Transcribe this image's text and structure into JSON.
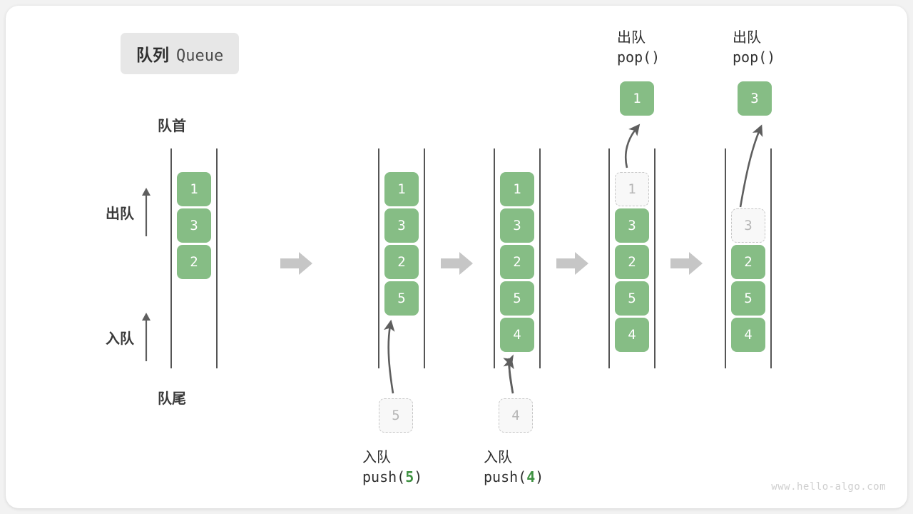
{
  "title": {
    "cn": "队列",
    "en": "Queue"
  },
  "labels": {
    "head": "队首",
    "tail": "队尾",
    "dequeue": "出队",
    "enqueue": "入队"
  },
  "colors": {
    "element": "#86bd85",
    "element_text": "#ffffff",
    "ghost_border": "#c6c6c6",
    "ghost_text": "#b6b6b6",
    "rail": "#555555",
    "flow_arrow": "#c6c6c6",
    "curve_arrow": "#5e5e5e",
    "accent_number": "#3f9142",
    "badge_bg": "#e7e7e7",
    "card_bg": "#ffffff",
    "page_bg": "#f2f2f2"
  },
  "columns": [
    {
      "name": "initial-queue",
      "cells": [
        {
          "value": "1",
          "state": "filled"
        },
        {
          "value": "3",
          "state": "filled"
        },
        {
          "value": "2",
          "state": "filled"
        }
      ]
    },
    {
      "name": "after-push-5",
      "cells": [
        {
          "value": "1",
          "state": "filled"
        },
        {
          "value": "3",
          "state": "filled"
        },
        {
          "value": "2",
          "state": "filled"
        },
        {
          "value": "5",
          "state": "filled"
        }
      ],
      "incoming": {
        "value": "5",
        "state": "ghost"
      },
      "caption": {
        "cn": "入队",
        "code_prefix": "push(",
        "code_number": "5",
        "code_suffix": ")"
      }
    },
    {
      "name": "after-push-4",
      "cells": [
        {
          "value": "1",
          "state": "filled"
        },
        {
          "value": "3",
          "state": "filled"
        },
        {
          "value": "2",
          "state": "filled"
        },
        {
          "value": "5",
          "state": "filled"
        },
        {
          "value": "4",
          "state": "filled"
        }
      ],
      "incoming": {
        "value": "4",
        "state": "ghost"
      },
      "caption": {
        "cn": "入队",
        "code_prefix": "push(",
        "code_number": "4",
        "code_suffix": ")"
      }
    },
    {
      "name": "after-pop-1",
      "cells": [
        {
          "value": "1",
          "state": "ghost"
        },
        {
          "value": "3",
          "state": "filled"
        },
        {
          "value": "2",
          "state": "filled"
        },
        {
          "value": "5",
          "state": "filled"
        },
        {
          "value": "4",
          "state": "filled"
        }
      ],
      "popped": {
        "value": "1",
        "state": "filled"
      },
      "caption": {
        "cn": "出队",
        "code": "pop()"
      }
    },
    {
      "name": "after-pop-3",
      "cells": [
        {
          "value": "",
          "state": "empty"
        },
        {
          "value": "3",
          "state": "ghost"
        },
        {
          "value": "2",
          "state": "filled"
        },
        {
          "value": "5",
          "state": "filled"
        },
        {
          "value": "4",
          "state": "filled"
        }
      ],
      "popped": {
        "value": "3",
        "state": "filled"
      },
      "caption": {
        "cn": "出队",
        "code": "pop()"
      }
    }
  ],
  "watermark": "www.hello-algo.com"
}
